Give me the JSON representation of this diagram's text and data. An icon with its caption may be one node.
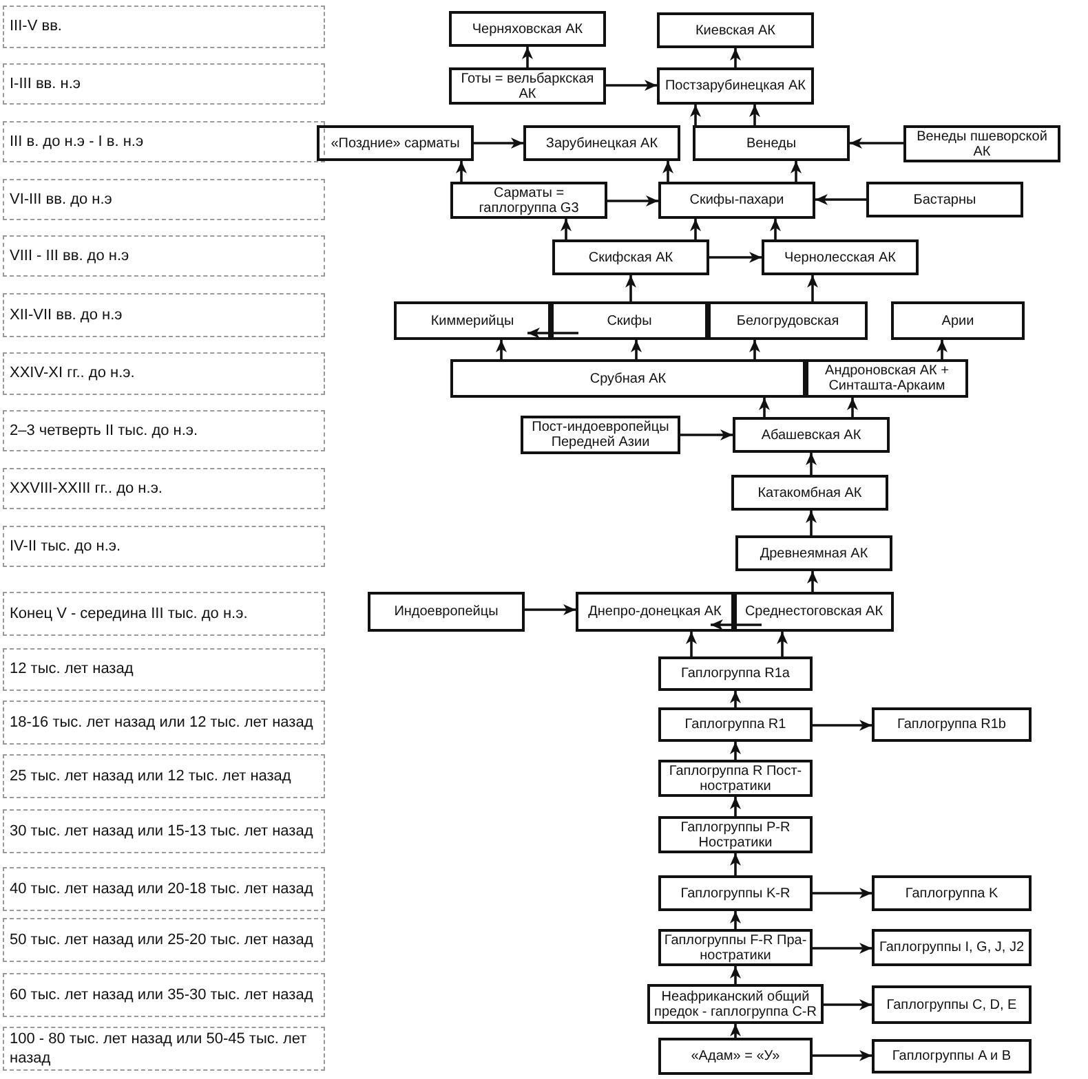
{
  "diagram": {
    "nodes": [
      {
        "text": [
          "III-V вв."
        ]
      },
      {
        "text": [
          "I-III вв. н.э"
        ]
      },
      {
        "text": [
          "III в. до н.э - I в. н.э"
        ]
      },
      {
        "text": [
          "VI-III вв. до н.э"
        ]
      },
      {
        "text": [
          "VIII - III вв. до н.э"
        ]
      },
      {
        "text": [
          "XII-VII вв. до н.э"
        ]
      },
      {
        "text": [
          "XXIV-XI гг.. до н.э."
        ]
      },
      {
        "text": [
          "2–3 четверть II тыс. до н.э."
        ]
      },
      {
        "text": [
          "XXVIII-XXIII гг.. до н.э."
        ]
      },
      {
        "text": [
          "IV-II тыс. до н.э."
        ]
      },
      {
        "text": [
          "Конец V - середина III тыс. до н.э."
        ]
      },
      {
        "text": [
          "12 тыс. лет назад"
        ]
      },
      {
        "text": [
          "18-16 тыс. лет назад или 12 тыс. лет назад"
        ]
      },
      {
        "text": [
          "25 тыс. лет назад или 12 тыс. лет назад"
        ]
      },
      {
        "text": [
          "30 тыс. лет назад или 15-13 тыс. лет назад"
        ]
      },
      {
        "text": [
          "40 тыс. лет назад или 20-18 тыс. лет назад"
        ]
      },
      {
        "text": [
          "50 тыс. лет назад или 25-20 тыс. лет назад"
        ]
      },
      {
        "text": [
          "60 тыс. лет назад или 35-30 тыс. лет назад"
        ]
      },
      {
        "text": [
          "100 - 80 тыс. лет назад или 50-45 тыс. лет назад"
        ]
      },
      {
        "text": [
          "Черняховская АК"
        ]
      },
      {
        "text": [
          "Киевская АК"
        ]
      },
      {
        "text": [
          "Готы = вельбаркская АК"
        ]
      },
      {
        "text": [
          "Постзарубинецкая АК"
        ]
      },
      {
        "text": [
          "«Поздние» сарматы"
        ]
      },
      {
        "text": [
          "Зарубинецкая АК"
        ]
      },
      {
        "text": [
          "Венеды"
        ]
      },
      {
        "text": [
          "Венеды пшеворской АК"
        ]
      },
      {
        "text": [
          "Сарматы = гаплогруппа G3"
        ]
      },
      {
        "text": [
          "Скифы-пахари"
        ]
      },
      {
        "text": [
          "Бастарны"
        ]
      },
      {
        "text": [
          "Скифская АК"
        ]
      },
      {
        "text": [
          "Чернолесская АК"
        ]
      },
      {
        "text": [
          "Киммерийцы"
        ]
      },
      {
        "text": [
          "Скифы"
        ]
      },
      {
        "text": [
          "Белогрудовская"
        ]
      },
      {
        "text": [
          "Арии"
        ]
      },
      {
        "text": [
          "Срубная АК"
        ]
      },
      {
        "text": [
          "Андроновская АК + Синташта-Аркаим"
        ]
      },
      {
        "text": [
          "Пост-индоевропейцы Передней Азии"
        ]
      },
      {
        "text": [
          "Абашевская АК"
        ]
      },
      {
        "text": [
          "Катакомбная АК"
        ]
      },
      {
        "text": [
          "Древнеямная АК"
        ]
      },
      {
        "text": [
          "Индоевропейцы"
        ]
      },
      {
        "text": [
          "Днепро-донецкая АК"
        ]
      },
      {
        "text": [
          "Среднестоговская АК"
        ]
      },
      {
        "text": [
          "Гаплогруппа R1a"
        ]
      },
      {
        "text": [
          "Гаплогруппа R1"
        ]
      },
      {
        "text": [
          "Гаплогруппа R1b"
        ]
      },
      {
        "text": [
          "Гаплогруппа R Пост-ностратики"
        ]
      },
      {
        "text": [
          "Гаплогруппы P-R Ностратики"
        ]
      },
      {
        "text": [
          "Гаплогруппы K-R"
        ]
      },
      {
        "text": [
          "Гаплогруппа K"
        ]
      },
      {
        "text": [
          "Гаплогруппы F-R Пра-ностратики"
        ]
      },
      {
        "text": [
          "Гаплогруппы I, G, J, J2"
        ]
      },
      {
        "text": [
          "Неафриканский общий предок - гаплогруппа C-R"
        ]
      },
      {
        "text": [
          "Гаплогруппы C, D, E"
        ]
      },
      {
        "text": [
          "«Адам» = «У»"
        ]
      },
      {
        "text": [
          "Гаплогруппы A и B"
        ]
      }
    ],
    "edges": [
      {
        "from": 21,
        "to": 19,
        "arrow": "to"
      },
      {
        "from": 22,
        "to": 20,
        "arrow": "to"
      },
      {
        "from": 21,
        "to": 22,
        "arrow": "to"
      },
      {
        "from": 24,
        "to": 22,
        "arrow": "to"
      },
      {
        "from": 25,
        "to": 22,
        "arrow": "to"
      },
      {
        "from": 23,
        "to": 24,
        "arrow": "to"
      },
      {
        "from": 26,
        "to": 25,
        "arrow": "to"
      },
      {
        "from": 27,
        "to": 23,
        "arrow": "to"
      },
      {
        "from": 27,
        "to": 28,
        "arrow": "to"
      },
      {
        "from": 28,
        "to": 24,
        "arrow": "to"
      },
      {
        "from": 28,
        "to": 25,
        "arrow": "to"
      },
      {
        "from": 29,
        "to": 28,
        "arrow": "to"
      },
      {
        "from": 30,
        "to": 27,
        "arrow": "to"
      },
      {
        "from": 30,
        "to": 28,
        "arrow": "to"
      },
      {
        "from": 31,
        "to": 28,
        "arrow": "to"
      },
      {
        "from": 30,
        "to": 31,
        "arrow": "to"
      },
      {
        "from": 33,
        "to": 30,
        "arrow": "to"
      },
      {
        "from": 34,
        "to": 31,
        "arrow": "to"
      },
      {
        "from": 33,
        "to": 32,
        "arrow": "to"
      },
      {
        "from": 36,
        "to": 32,
        "arrow": "to"
      },
      {
        "from": 36,
        "to": 33,
        "arrow": "to"
      },
      {
        "from": 36,
        "to": 34,
        "arrow": "to"
      },
      {
        "from": 37,
        "to": 35,
        "arrow": "to"
      },
      {
        "from": 39,
        "to": 36,
        "arrow": "to"
      },
      {
        "from": 39,
        "to": 37,
        "arrow": "to"
      },
      {
        "from": 38,
        "to": 39,
        "arrow": "to"
      },
      {
        "from": 40,
        "to": 39,
        "arrow": "to"
      },
      {
        "from": 41,
        "to": 40,
        "arrow": "to"
      },
      {
        "from": 44,
        "to": 41,
        "arrow": "to"
      },
      {
        "from": 42,
        "to": 43,
        "arrow": "to"
      },
      {
        "from": 44,
        "to": 43,
        "arrow": "to"
      },
      {
        "from": 45,
        "to": 43,
        "arrow": "to"
      },
      {
        "from": 45,
        "to": 44,
        "arrow": "to"
      },
      {
        "from": 46,
        "to": 45,
        "arrow": "to"
      },
      {
        "from": 48,
        "to": 46,
        "arrow": "to"
      },
      {
        "from": 49,
        "to": 48,
        "arrow": "to"
      },
      {
        "from": 50,
        "to": 49,
        "arrow": "to"
      },
      {
        "from": 52,
        "to": 50,
        "arrow": "to"
      },
      {
        "from": 54,
        "to": 52,
        "arrow": "to"
      },
      {
        "from": 56,
        "to": 54,
        "arrow": "to"
      },
      {
        "from": 46,
        "to": 47,
        "arrow": "to"
      },
      {
        "from": 50,
        "to": 51,
        "arrow": "to"
      },
      {
        "from": 52,
        "to": 53,
        "arrow": "to"
      },
      {
        "from": 54,
        "to": 55,
        "arrow": "to"
      },
      {
        "from": 56,
        "to": 57,
        "arrow": "to"
      }
    ]
  }
}
